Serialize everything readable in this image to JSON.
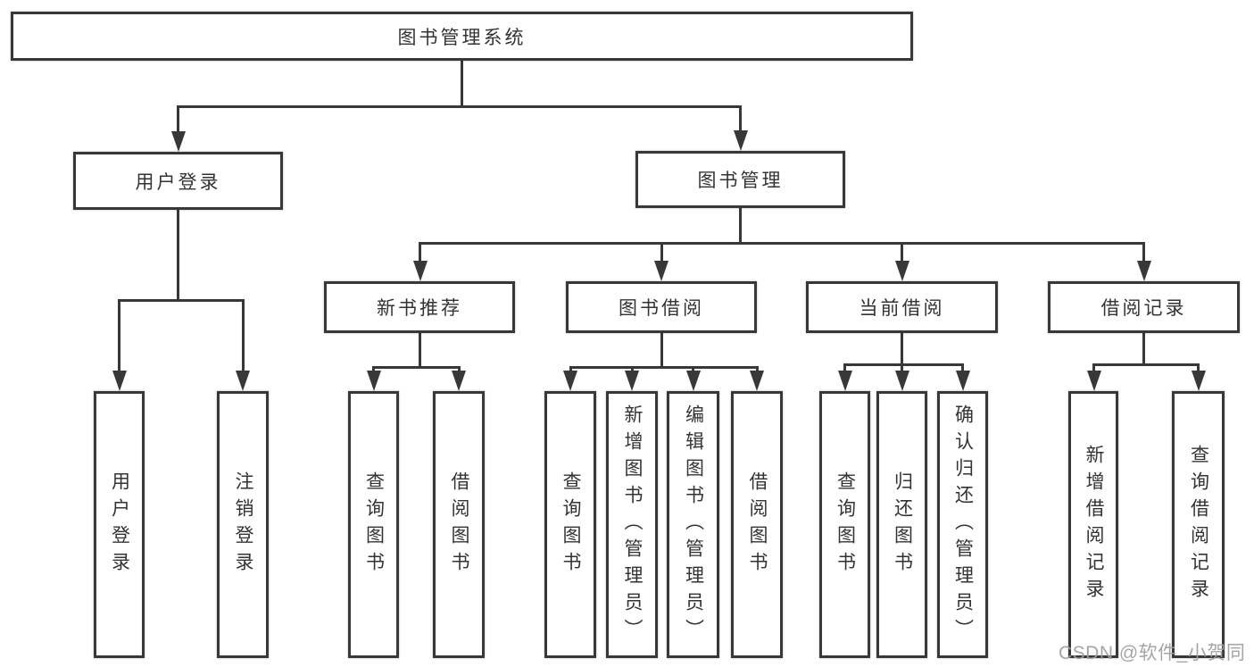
{
  "diagram": {
    "root": "图书管理系统",
    "level2": [
      "用户登录",
      "图书管理"
    ],
    "level3": [
      "新书推荐",
      "图书借阅",
      "当前借阅",
      "借阅记录"
    ],
    "leaves": {
      "user_login": [
        "用户登录",
        "注销登录"
      ],
      "new_book": [
        "查询图书",
        "借阅图书"
      ],
      "book_borrow": [
        "查询图书",
        "新增图书（管理员）",
        "编辑图书（管理员）",
        "借阅图书"
      ],
      "current_borrow": [
        "查询图书",
        "归还图书",
        "确认归还（管理员）"
      ],
      "borrow_records": [
        "新增借阅记录",
        "查询借阅记录"
      ]
    }
  },
  "watermark": "CSDN @软件_小贺同学",
  "colors": {
    "line": "#383838",
    "box_border": "#383838",
    "text": "#333333",
    "watermark": "#9e9e9e",
    "background": "#ffffff"
  }
}
